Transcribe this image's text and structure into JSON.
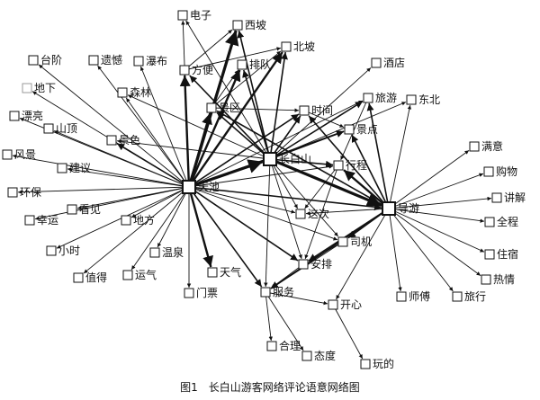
{
  "caption": "图1　长白山游客网络评论语意网络图",
  "nodes": [
    {
      "id": "电子",
      "label": "电子"
    },
    {
      "id": "西坡",
      "label": "西坡"
    },
    {
      "id": "北坡",
      "label": "北坡"
    },
    {
      "id": "台阶",
      "label": "台阶"
    },
    {
      "id": "遗憾",
      "label": "遗憾"
    },
    {
      "id": "瀑布",
      "label": "瀑布"
    },
    {
      "id": "方便",
      "label": "方便"
    },
    {
      "id": "排队",
      "label": "排队"
    },
    {
      "id": "酒店",
      "label": "酒店"
    },
    {
      "id": "地下",
      "label": "地下"
    },
    {
      "id": "森林",
      "label": "森林"
    },
    {
      "id": "景区",
      "label": "景区"
    },
    {
      "id": "时间",
      "label": "时间"
    },
    {
      "id": "旅游",
      "label": "旅游"
    },
    {
      "id": "东北",
      "label": "东北"
    },
    {
      "id": "漂亮",
      "label": "漂亮"
    },
    {
      "id": "山顶",
      "label": "山顶"
    },
    {
      "id": "景点",
      "label": "景点"
    },
    {
      "id": "景色",
      "label": "景色"
    },
    {
      "id": "长白山",
      "label": "长白山"
    },
    {
      "id": "满意",
      "label": "满意"
    },
    {
      "id": "风景",
      "label": "风景"
    },
    {
      "id": "行程",
      "label": "行程"
    },
    {
      "id": "购物",
      "label": "购物"
    },
    {
      "id": "建议",
      "label": "建议"
    },
    {
      "id": "天池",
      "label": "天池"
    },
    {
      "id": "环保",
      "label": "环保"
    },
    {
      "id": "讲解",
      "label": "讲解"
    },
    {
      "id": "导游",
      "label": "导游"
    },
    {
      "id": "看见",
      "label": "看见"
    },
    {
      "id": "这次",
      "label": "这次"
    },
    {
      "id": "幸运",
      "label": "幸运"
    },
    {
      "id": "地方",
      "label": "地方"
    },
    {
      "id": "全程",
      "label": "全程"
    },
    {
      "id": "司机",
      "label": "司机"
    },
    {
      "id": "小时",
      "label": "小时"
    },
    {
      "id": "温泉",
      "label": "温泉"
    },
    {
      "id": "住宿",
      "label": "住宿"
    },
    {
      "id": "安排",
      "label": "安排"
    },
    {
      "id": "天气",
      "label": "天气"
    },
    {
      "id": "值得",
      "label": "值得"
    },
    {
      "id": "运气",
      "label": "运气"
    },
    {
      "id": "热情",
      "label": "热情"
    },
    {
      "id": "门票",
      "label": "门票"
    },
    {
      "id": "服务",
      "label": "服务"
    },
    {
      "id": "师傅",
      "label": "师傅"
    },
    {
      "id": "旅行",
      "label": "旅行"
    },
    {
      "id": "开心",
      "label": "开心"
    },
    {
      "id": "合理",
      "label": "合理"
    },
    {
      "id": "态度",
      "label": "态度"
    },
    {
      "id": "玩的",
      "label": "玩的"
    }
  ],
  "edges": [
    [
      "天池",
      "长白山",
      4
    ],
    [
      "天池",
      "西坡",
      4
    ],
    [
      "天池",
      "北坡",
      3
    ],
    [
      "天池",
      "排队",
      3
    ],
    [
      "天池",
      "方便",
      3
    ],
    [
      "天池",
      "景区",
      3
    ],
    [
      "天池",
      "时间",
      2
    ],
    [
      "天池",
      "景点",
      2
    ],
    [
      "天池",
      "导游",
      2
    ],
    [
      "天池",
      "这次",
      1
    ],
    [
      "天池",
      "安排",
      2
    ],
    [
      "天池",
      "司机",
      1
    ],
    [
      "天池",
      "天气",
      3
    ],
    [
      "天池",
      "服务",
      2
    ],
    [
      "天池",
      "门票",
      1
    ],
    [
      "天池",
      "温泉",
      1
    ],
    [
      "天池",
      "运气",
      1
    ],
    [
      "天池",
      "值得",
      1
    ],
    [
      "天池",
      "小时",
      1
    ],
    [
      "天池",
      "地方",
      1
    ],
    [
      "天池",
      "幸运",
      1
    ],
    [
      "天池",
      "看见",
      1
    ],
    [
      "天池",
      "环保",
      1
    ],
    [
      "天池",
      "建议",
      1
    ],
    [
      "天池",
      "风景",
      1
    ],
    [
      "天池",
      "景色",
      2
    ],
    [
      "天池",
      "山顶",
      1
    ],
    [
      "天池",
      "漂亮",
      1
    ],
    [
      "天池",
      "地下",
      1
    ],
    [
      "天池",
      "森林",
      1
    ],
    [
      "天池",
      "瀑布",
      1
    ],
    [
      "天池",
      "遗憾",
      1
    ],
    [
      "天池",
      "台阶",
      1
    ],
    [
      "天池",
      "电子",
      1
    ],
    [
      "天池",
      "旅游",
      1
    ],
    [
      "天池",
      "行程",
      1
    ],
    [
      "长白山",
      "导游",
      4
    ],
    [
      "长白山",
      "西坡",
      2
    ],
    [
      "长白山",
      "北坡",
      2
    ],
    [
      "长白山",
      "排队",
      2
    ],
    [
      "长白山",
      "方便",
      2
    ],
    [
      "长白山",
      "景区",
      2
    ],
    [
      "长白山",
      "时间",
      2
    ],
    [
      "长白山",
      "旅游",
      2
    ],
    [
      "长白山",
      "景点",
      2
    ],
    [
      "长白山",
      "行程",
      2
    ],
    [
      "长白山",
      "酒店",
      1
    ],
    [
      "长白山",
      "东北",
      1
    ],
    [
      "长白山",
      "这次",
      1
    ],
    [
      "长白山",
      "安排",
      1
    ],
    [
      "长白山",
      "司机",
      1
    ],
    [
      "长白山",
      "景色",
      1
    ],
    [
      "长白山",
      "森林",
      1
    ],
    [
      "长白山",
      "电子",
      1
    ],
    [
      "长白山",
      "服务",
      1
    ],
    [
      "导游",
      "满意",
      1
    ],
    [
      "导游",
      "购物",
      1
    ],
    [
      "导游",
      "讲解",
      1
    ],
    [
      "导游",
      "全程",
      1
    ],
    [
      "导游",
      "住宿",
      1
    ],
    [
      "导游",
      "热情",
      1
    ],
    [
      "导游",
      "旅行",
      1
    ],
    [
      "导游",
      "师傅",
      1
    ],
    [
      "导游",
      "开心",
      1
    ],
    [
      "导游",
      "服务",
      2
    ],
    [
      "导游",
      "安排",
      2
    ],
    [
      "导游",
      "司机",
      2
    ],
    [
      "导游",
      "这次",
      1
    ],
    [
      "导游",
      "行程",
      3
    ],
    [
      "导游",
      "景点",
      2
    ],
    [
      "导游",
      "时间",
      2
    ],
    [
      "导游",
      "旅游",
      2
    ],
    [
      "导游",
      "东北",
      1
    ],
    [
      "导游",
      "景区",
      2
    ],
    [
      "景区",
      "西坡",
      1
    ],
    [
      "景区",
      "北坡",
      1
    ],
    [
      "景区",
      "时间",
      1
    ],
    [
      "景区",
      "排队",
      1
    ],
    [
      "方便",
      "西坡",
      1
    ],
    [
      "方便",
      "北坡",
      1
    ],
    [
      "时间",
      "景点",
      1
    ],
    [
      "旅游",
      "行程",
      1
    ],
    [
      "司机",
      "安排",
      1
    ],
    [
      "司机",
      "服务",
      1
    ],
    [
      "安排",
      "服务",
      1
    ],
    [
      "服务",
      "开心",
      1
    ],
    [
      "服务",
      "合理",
      1
    ],
    [
      "服务",
      "态度",
      1
    ],
    [
      "开心",
      "玩的",
      1
    ],
    [
      "行程",
      "安排",
      1
    ],
    [
      "行程",
      "这次",
      1
    ]
  ]
}
